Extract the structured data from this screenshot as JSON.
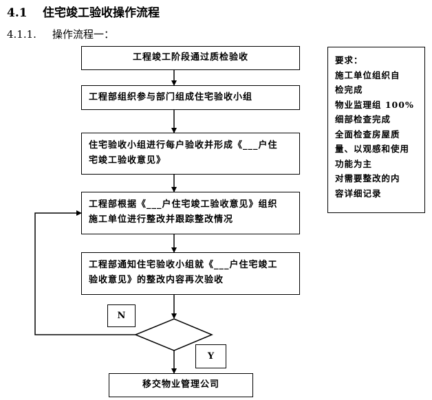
{
  "header": {
    "section_number": "4.1",
    "section_title": "住宅竣工验收操作流程",
    "sub_number": "4.1.1.",
    "sub_title": "操作流程一："
  },
  "flow": {
    "step1": "工程竣工阶段通过质检验收",
    "step2": "工程部组织参与部门组成住宅验收小组",
    "step3_line1": "住宅验收小组进行每户验收并形成《___户住",
    "step3_line2": "宅竣工验收意见》",
    "step4_line1": "工程部根据《___户住宅竣工验收意见》组织",
    "step4_line2": "施工单位进行整改并跟踪整改情况",
    "step5_line1": "工程部通知住宅验收小组就《___户住宅竣工",
    "step5_line2": "验收意见》的整改内容再次验收",
    "decision_no": "N",
    "decision_yes": "Y",
    "final": "移交物业管理公司"
  },
  "requirements": {
    "title": "要求：",
    "lines": [
      "施工单位组织自",
      "检完成",
      "物业监理组 100%",
      "细部检查完成",
      "全面检查房屋质",
      "量、以观感和使用",
      "功能为主",
      "对需要整改的内",
      "容详细记录"
    ]
  }
}
